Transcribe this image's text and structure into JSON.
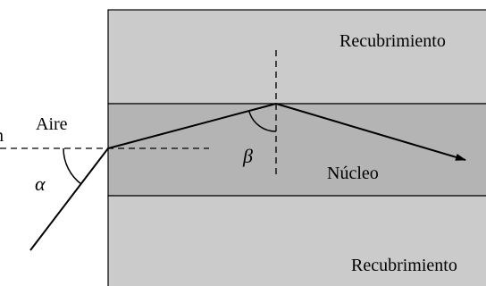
{
  "diagram": {
    "labels": {
      "cladding_top": "Recubrimiento",
      "cladding_bottom": "Recubrimiento",
      "core": "Núcleo",
      "air": "Aire",
      "alpha": "α",
      "beta": "β",
      "edge_mark": "n"
    },
    "colors": {
      "cladding": "#cbcbcb",
      "core": "#b4b4b4",
      "line": "#000000"
    }
  }
}
